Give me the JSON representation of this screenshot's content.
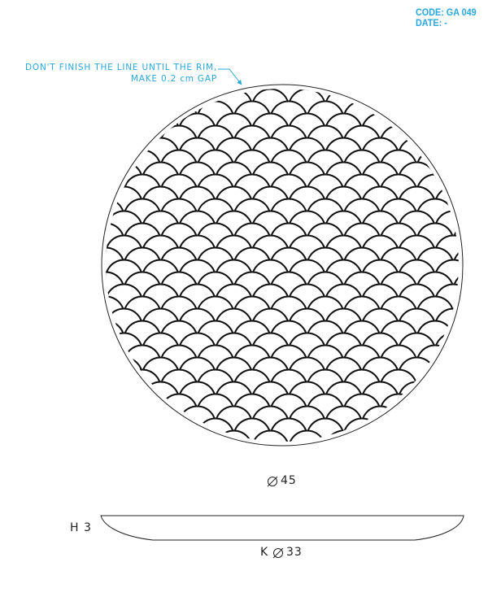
{
  "header": {
    "code": "CODE: GA 049",
    "date": "DATE: -"
  },
  "annotation": {
    "line1": "DON'T FINISH THE LINE UNTIL THE RIM,",
    "line2": "MAKE 0.2 cm GAP"
  },
  "dimensions": {
    "diameter": "45",
    "height": "H 3",
    "base_prefix": "K",
    "base_diameter": "33"
  },
  "colors": {
    "accent": "#2aa7df",
    "line": "#111111"
  }
}
